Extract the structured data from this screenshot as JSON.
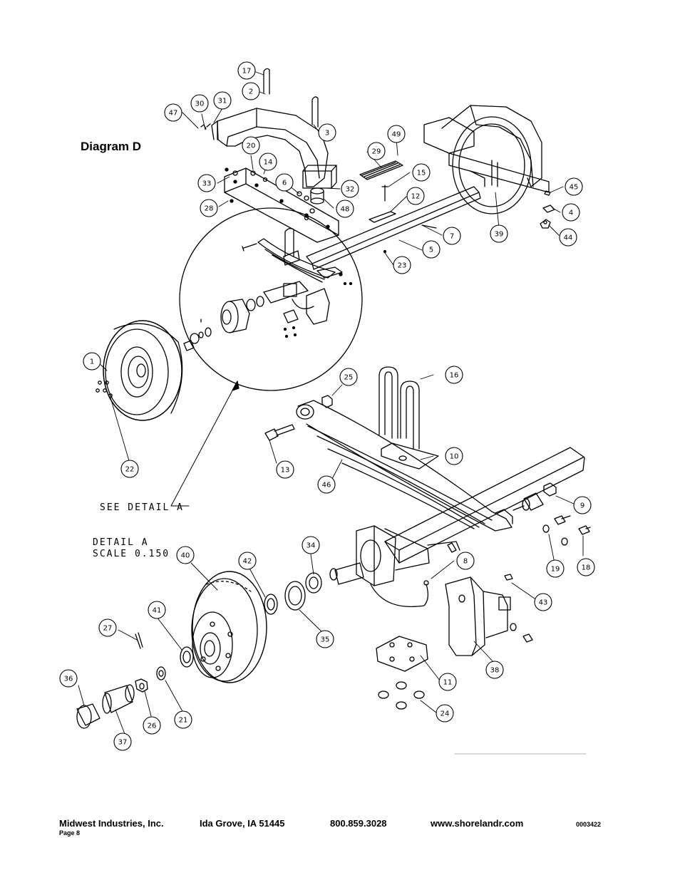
{
  "diagram": {
    "title": "Diagram D",
    "detail_callout": "SEE DETAIL  A",
    "detail_title_line1": "DETAIL  A",
    "detail_title_line2": "SCALE  0.150",
    "part_numbers": [
      "17",
      "2",
      "47",
      "30",
      "31",
      "3",
      "20",
      "14",
      "33",
      "6",
      "32",
      "28",
      "48",
      "49",
      "29",
      "15",
      "12",
      "7",
      "5",
      "23",
      "45",
      "4",
      "44",
      "39",
      "1",
      "22",
      "25",
      "16",
      "13",
      "10",
      "46",
      "9",
      "40",
      "42",
      "34",
      "8",
      "19",
      "18",
      "41",
      "35",
      "43",
      "27",
      "36",
      "26",
      "37",
      "21",
      "11",
      "38",
      "24"
    ]
  },
  "footer": {
    "company": "Midwest Industries, Inc.",
    "city": "Ida Grove, IA  51445",
    "phone": "800.859.3028",
    "web": "www.shorelandr.com",
    "code": "0003422",
    "page": "Page 8"
  }
}
